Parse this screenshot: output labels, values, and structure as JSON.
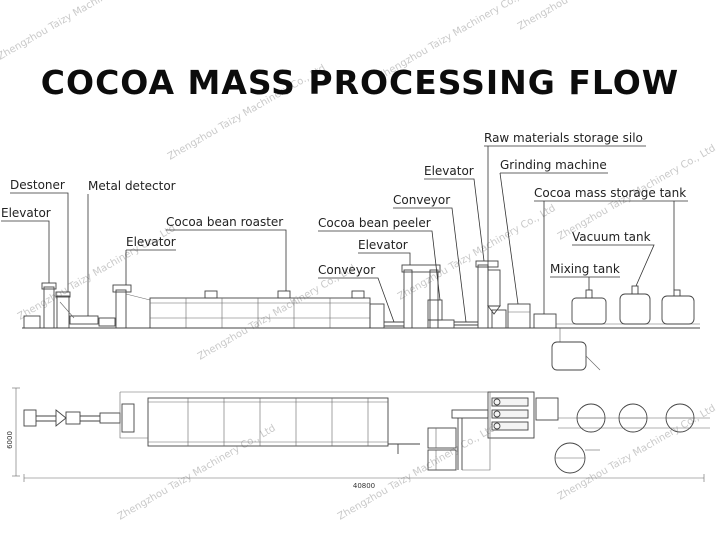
{
  "title": "COCOA MASS PROCESSING FLOW",
  "watermark": "Zhengzhou Taizy Machinery Co., Ltd",
  "labels": {
    "destoner": "Destoner",
    "metal_detector": "Metal detector",
    "elevator_1": "Elevator",
    "cocoa_bean_roaster": "Cocoa bean roaster",
    "elevator_2": "Elevator",
    "cocoa_bean_peeler": "Cocoa bean peeler",
    "elevator_3": "Elevator",
    "conveyor_1": "Conveyor",
    "elevator_4": "Elevator",
    "conveyor_2": "Conveyor",
    "raw_materials_storage_silo": "Raw materials storage silo",
    "grinding_machine": "Grinding machine",
    "cocoa_mass_storage_tank": "Cocoa mass storage tank",
    "vacuum_tank": "Vacuum tank",
    "mixing_tank": "Mixing tank"
  },
  "dimensions": {
    "width": "6000",
    "length": "40800"
  },
  "colors": {
    "title": "#0c0c0c",
    "line": "#444444",
    "watermark": "#c9c9c9"
  }
}
